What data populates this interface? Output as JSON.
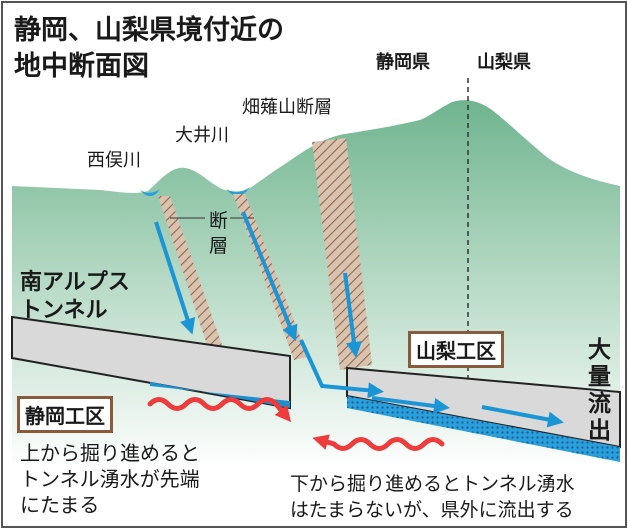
{
  "title": {
    "line1": "静岡、山梨県境付近の",
    "line2": "地中断面図"
  },
  "prefectures": {
    "shizuoka": "静岡県",
    "yamanashi": "山梨県"
  },
  "rivers": {
    "nishimata": "西俣川",
    "oi": "大井川"
  },
  "fault_zone": "畑薙山断層",
  "fault": {
    "char1": "断",
    "char2": "層"
  },
  "tunnel": {
    "line1": "南アルプス",
    "line2": "トンネル"
  },
  "sections": {
    "yamanashi": "山梨工区",
    "shizuoka": "静岡工区"
  },
  "outflow": [
    "大",
    "量",
    "流",
    "出"
  ],
  "notes": {
    "left": [
      "上から掘り進めると",
      "トンネル湧水が先端",
      "にたまる"
    ],
    "right": [
      "下から掘り進めるとトンネル湧水",
      "はたまらないが、県外に流出する"
    ]
  },
  "colors": {
    "mountain": "#8cc4a6",
    "tunnel": "#d9d9d9",
    "water": "#2b9fd9",
    "fault": "#c9ab94",
    "arrow_red": "#ee3b3b",
    "frame": "#8a5a3c"
  }
}
